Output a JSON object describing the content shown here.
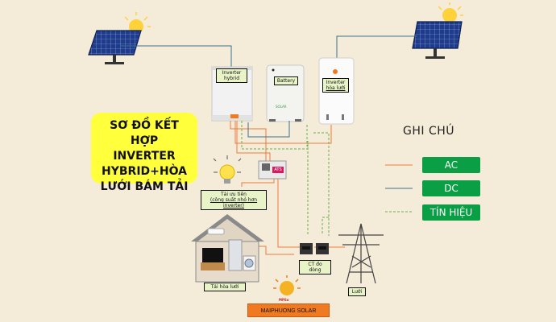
{
  "title": {
    "line1": "SƠ ĐỒ KẾT HỢP",
    "line2": "INVERTER",
    "line3": "HYBRID+HÒA",
    "line4": "LƯỚI BÁM TẢI"
  },
  "components": {
    "inverter_hybrid": {
      "line1": "Inverter",
      "line2": "hybrid"
    },
    "battery": {
      "label": "Battery",
      "brand": "SOLAR"
    },
    "inverter_grid": {
      "line1": "Inverter",
      "line2": "hòa lưới"
    },
    "ats": {
      "label": "ATS"
    },
    "priority_load": {
      "line1": "Tải ưu tiên",
      "line2": "(công suất nhỏ hơn inverter)"
    },
    "ct": {
      "label": "CT đo dòng"
    },
    "grid_load": {
      "label": "Tải hòa lưới"
    },
    "grid": {
      "label": "Lưới"
    }
  },
  "legend": {
    "title": "GHI CHÚ",
    "items": [
      {
        "label": "AC",
        "color": "#f07a3a",
        "style": "solid"
      },
      {
        "label": "DC",
        "color": "#3a6f8c",
        "style": "solid"
      },
      {
        "label": "TÍN HIỆU",
        "color": "#6ab04c",
        "style": "dashed"
      }
    ]
  },
  "brand": {
    "name": "MAIPHUONG SOLAR",
    "mini": "MPSo"
  },
  "colors": {
    "ac": "#f07a3a",
    "dc": "#3a6f8c",
    "signal": "#6ab04c",
    "title_bg": "#ffff3b",
    "legend_bg": "#0a9e45"
  }
}
